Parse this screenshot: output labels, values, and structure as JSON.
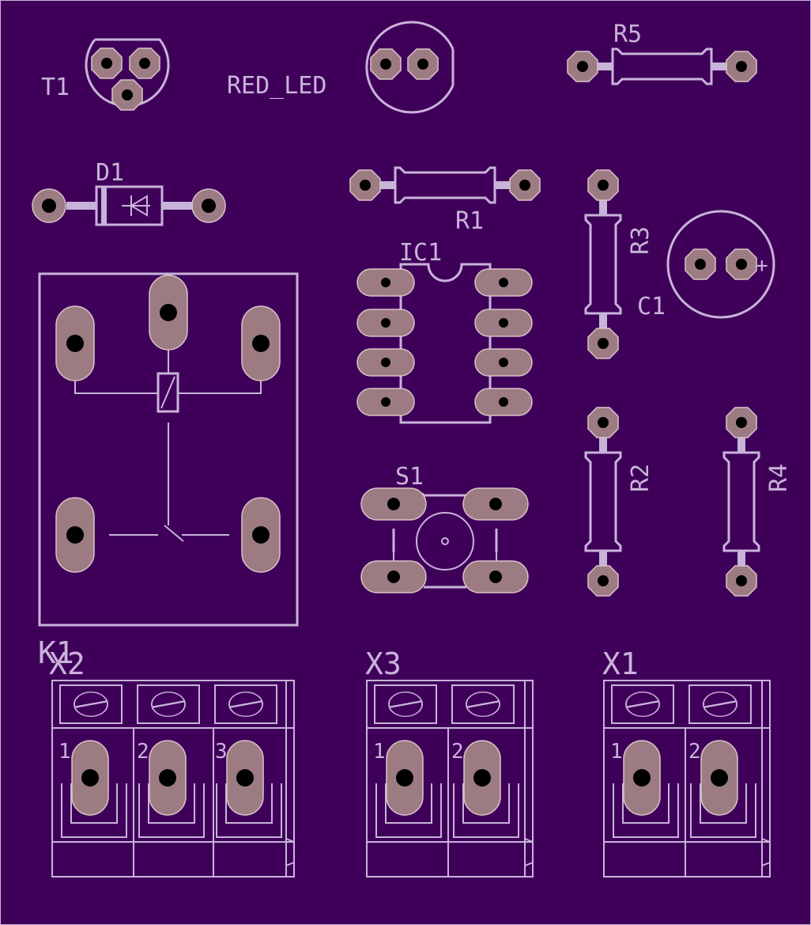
{
  "board": {
    "background": "#3f005a",
    "silkscreen_color": "#c8b3d9",
    "pad_color": "#9c7c82"
  },
  "labels": {
    "t1": "T1",
    "red_led": "RED_LED",
    "r5": "R5",
    "d1": "D1",
    "r1": "R1",
    "r3": "R3",
    "c1": "C1",
    "ic1": "IC1",
    "s1": "S1",
    "r2": "R2",
    "r4": "R4",
    "k1": "K1",
    "x2": "X2",
    "x3": "X3",
    "x1": "X1",
    "c1_plus": "+"
  },
  "terminal_pins": {
    "x2": [
      "1",
      "2",
      "3"
    ],
    "x3": [
      "1",
      "2"
    ],
    "x1": [
      "1",
      "2"
    ]
  }
}
